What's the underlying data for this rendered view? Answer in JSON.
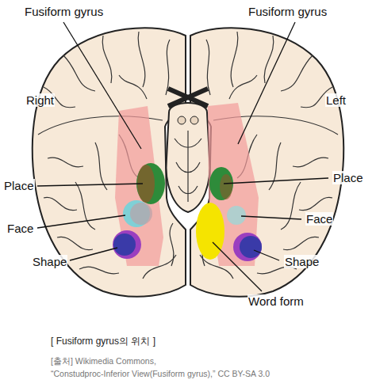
{
  "diagram": {
    "caption": "[ Fusiform gyrus의 위치 ]",
    "labels": [
      "Fusiform gyrus",
      "Fusiform gyrus",
      "Right",
      "Left",
      "Place",
      "Place",
      "Face",
      "Face",
      "Shape",
      "Shape",
      "Word form",
      "[출처] Wikimedia Commons,",
      "“Constudproc-Inferior View(Fusiform gyrus),” CC BY-SA 3.0"
    ]
  }
}
